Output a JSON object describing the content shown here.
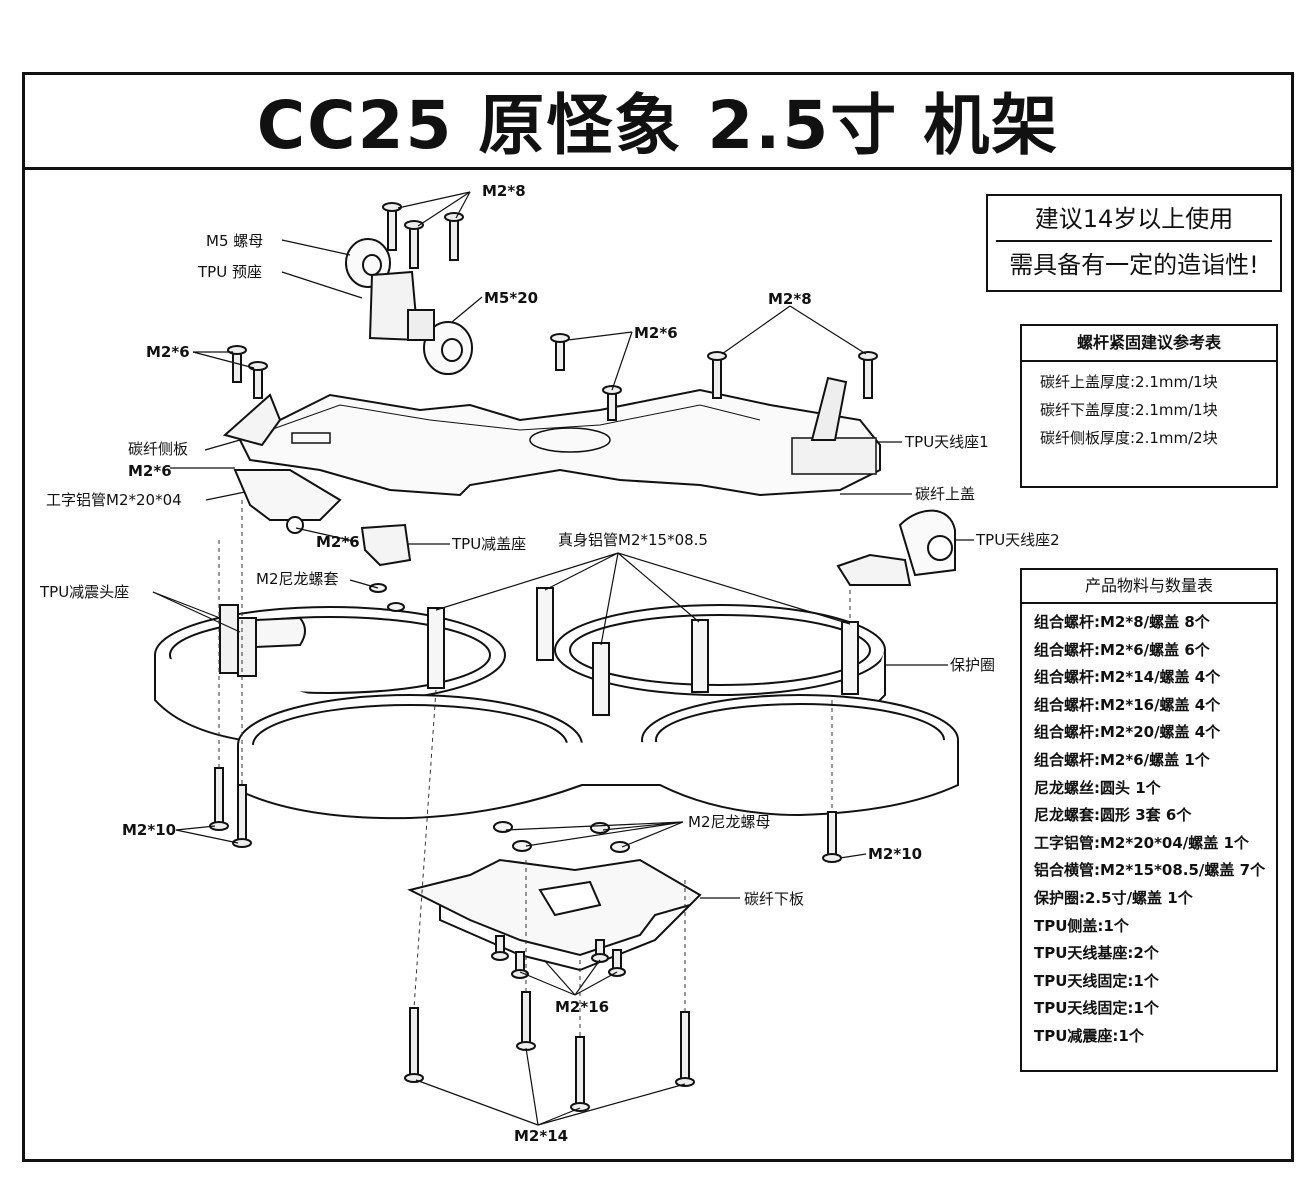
{
  "title": "CC25 原怪象 2.5寸 机架",
  "warning": {
    "line1": "建议14岁以上使用",
    "line2": "需具备有一定的造诣性!"
  },
  "torque_table": {
    "title": "螺杆紧固建议参考表",
    "rows": [
      "碳纤上盖厚度:2.1mm/1块",
      "碳纤下盖厚度:2.1mm/1块",
      "碳纤侧板厚度:2.1mm/2块"
    ]
  },
  "bom_table": {
    "title": "产品物料与数量表",
    "rows": [
      "组合螺杆:M2*8/螺盖 8个",
      "组合螺杆:M2*6/螺盖 6个",
      "组合螺杆:M2*14/螺盖 4个",
      "组合螺杆:M2*16/螺盖 4个",
      "组合螺杆:M2*20/螺盖 4个",
      "组合螺杆:M2*6/螺盖 1个",
      "尼龙螺丝:圆头 1个",
      "尼龙螺套:圆形 3套 6个",
      "工字铝管:M2*20*04/螺盖 1个",
      "铝合横管:M2*15*08.5/螺盖 7个",
      "保护圈:2.5寸/螺盖 1个",
      "TPU侧盖:1个",
      "TPU天线基座:2个",
      "TPU天线固定:1个",
      "TPU天线固定:1个",
      "TPU减震座:1个"
    ]
  },
  "labels": {
    "m2x8_top": "M2*8",
    "m5_nut": "M5 螺母",
    "tpu_preseat": "TPU 预座",
    "m5x20": "M5*20",
    "m2x8_right": "M2*8",
    "m2x6_left": "M2*6",
    "m2x6_mid": "M2*6",
    "cf_side": "碳纤侧板",
    "m2x6_side": "M2*6",
    "i_tube": "工字铝管M2*20*04",
    "tpu_ant1": "TPU天线座1",
    "cf_top": "碳纤上盖",
    "m2x6_low": "M2*6",
    "tpu_cover": "TPU减盖座",
    "standoff": "真身铝管M2*15*08.5",
    "tpu_ant2": "TPU天线座2",
    "nylon_sleeve": "M2尼龙螺套",
    "tpu_damper": "TPU减震头座",
    "guard": "保护圈",
    "m2x10_left": "M2*10",
    "m2x10_right": "M2*10",
    "nylon_nut": "M2尼龙螺母",
    "cf_bottom": "碳纤下板",
    "m2x16": "M2*16",
    "m2x14": "M2*14"
  }
}
